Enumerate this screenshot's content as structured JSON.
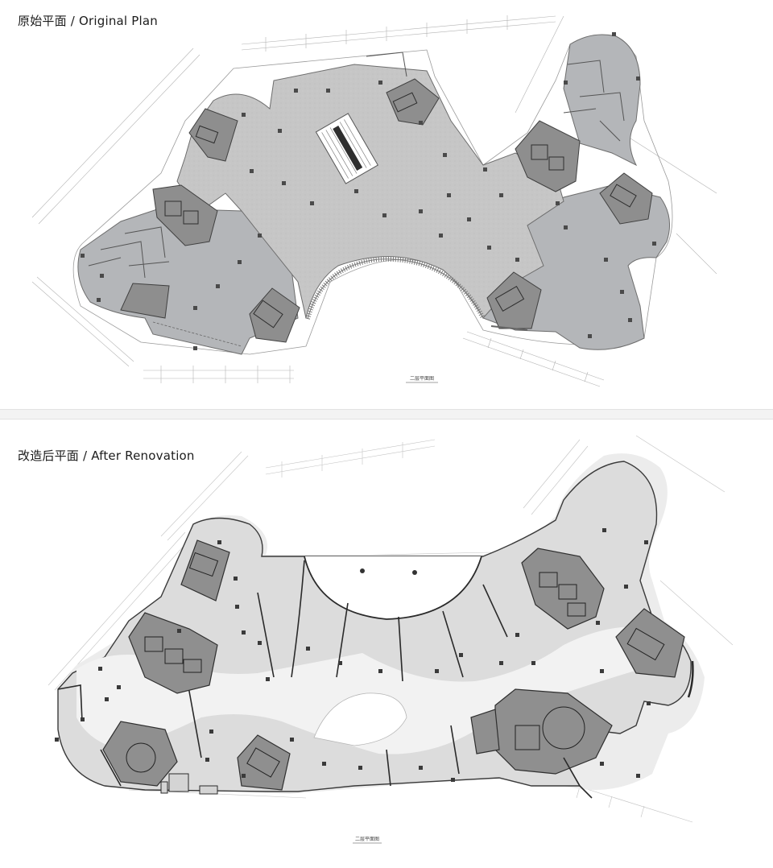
{
  "panels": {
    "original": {
      "title": "原始平面 / Original Plan",
      "caption": "二层平面图"
    },
    "renovated": {
      "title": "改造后平面 / After Renovation",
      "caption": "二层平面图"
    }
  },
  "colors": {
    "floor": "#c7c7c7",
    "side_wing": "#b2b4b7",
    "core": "#8f8f8f",
    "after_floor": "#dedede",
    "after_corridor": "#f3f3f3",
    "wall": "#333333",
    "dimension": "#a9a9a9"
  }
}
